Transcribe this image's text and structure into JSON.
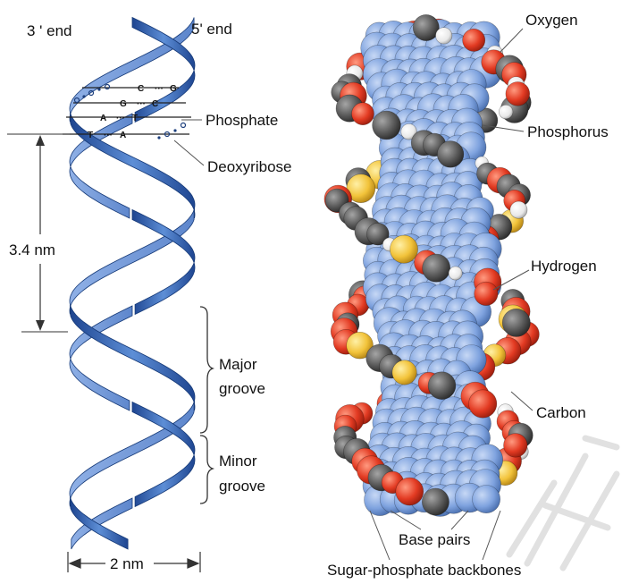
{
  "left_diagram": {
    "end_3_label": "3 ' end",
    "end_5_label": "5' end",
    "phosphate_label": "Phosphate",
    "deoxyribose_label": "Deoxyribose",
    "pitch_label": "3.4 nm",
    "major_groove_label_line1": "Major",
    "major_groove_label_line2": "groove",
    "minor_groove_label_line1": "Minor",
    "minor_groove_label_line2": "groove",
    "width_label": "2 nm",
    "base_pairs": [
      {
        "left": "C",
        "right": "G"
      },
      {
        "left": "G",
        "right": "C"
      },
      {
        "left": "A",
        "right": "T"
      },
      {
        "left": "T",
        "right": "A"
      }
    ]
  },
  "right_model": {
    "oxygen_label": "Oxygen",
    "phosphorus_label": "Phosphorus",
    "hydrogen_label": "Hydrogen",
    "carbon_label": "Carbon",
    "base_pairs_label": "Base pairs",
    "backbones_label": "Sugar-phosphate backbones"
  },
  "colors": {
    "ribbon": "#3f6fbd",
    "ribbon_dark": "#22488f",
    "base_sphere": "#7fa3df",
    "oxygen": "#e23a22",
    "phosphorus": "#f2c33a",
    "carbon": "#5a5a5a",
    "hydrogen": "#f2f2f2"
  }
}
